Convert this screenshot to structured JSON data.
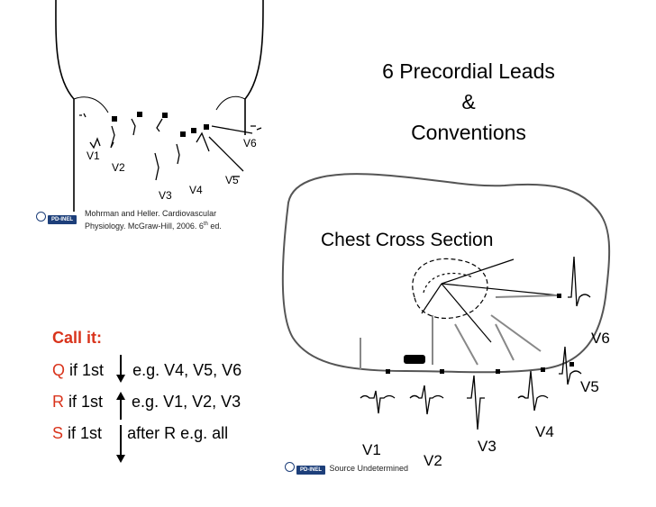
{
  "title": {
    "line1": "6 Precordial Leads",
    "line2": "&",
    "line3": "Conventions"
  },
  "chest_diagram": {
    "labels": {
      "v1": "V1",
      "v2": "V2",
      "v3": "V3",
      "v4": "V4",
      "v5": "V5",
      "v6": "V6"
    },
    "credit_line1": "Mohrman and Heller. Cardiovascular",
    "credit_line2": "Physiology. McGraw-Hill, 2006. 6",
    "credit_sup": "th",
    "credit_tail": " ed.",
    "badge": "PD-INEL"
  },
  "cross_section": {
    "title": "Chest Cross Section",
    "labels": {
      "v1": "V1",
      "v2": "V2",
      "v3": "V3",
      "v4": "V4",
      "v5": "V5",
      "v6": "V6"
    },
    "source": "Source Undetermined",
    "badge": "PD-INEL"
  },
  "call_it": {
    "title": "Call it:",
    "rules": [
      {
        "letter": "Q",
        "condition": " if 1st",
        "example": "e.g. V4, V5, V6"
      },
      {
        "letter": "R",
        "condition": " if 1st",
        "example": "e.g. V1, V2, V3"
      },
      {
        "letter": "S",
        "condition": " if 1st",
        "example": "after R  e.g. all"
      }
    ]
  }
}
